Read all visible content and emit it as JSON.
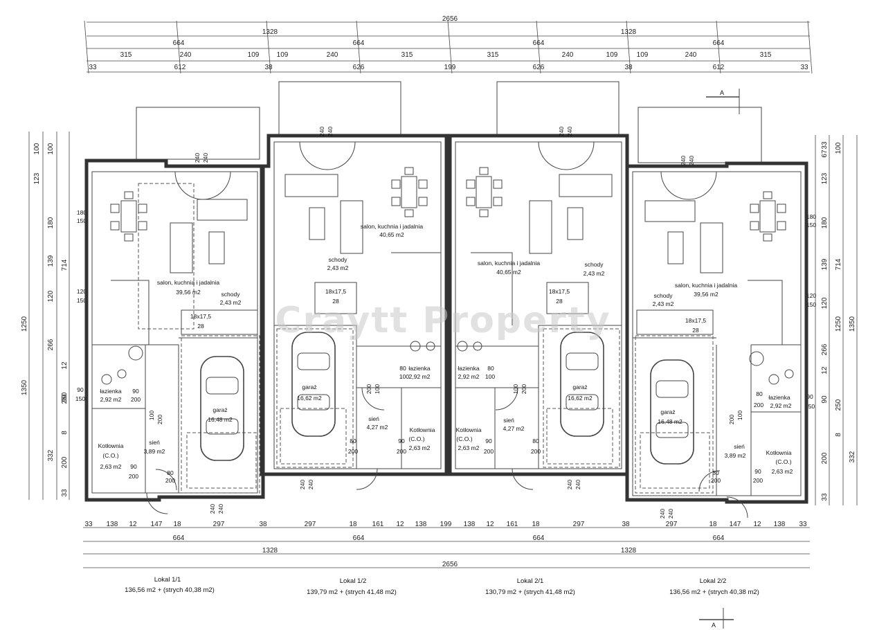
{
  "watermark": "Craytt Property",
  "section_mark": "A",
  "top_dims": {
    "overall": "2656",
    "halves": [
      "1328",
      "1328"
    ],
    "units": [
      "664",
      "664",
      "664",
      "664"
    ],
    "row3": [
      "315",
      "240",
      "109",
      "109",
      "240",
      "315",
      "315",
      "240",
      "109",
      "109",
      "240",
      "315"
    ],
    "row4": [
      "33",
      "612",
      "38",
      "626",
      "199",
      "626",
      "38",
      "612",
      "33"
    ]
  },
  "bottom_dims": {
    "row1": [
      "33",
      "138",
      "12",
      "147",
      "18",
      "297",
      "38",
      "297",
      "18",
      "161",
      "12",
      "138",
      "199",
      "138",
      "12",
      "161",
      "18",
      "297",
      "38",
      "297",
      "18",
      "147",
      "12",
      "138",
      "33"
    ],
    "units": [
      "664",
      "664",
      "664",
      "664"
    ],
    "halves": [
      "1328",
      "1328"
    ],
    "overall": "2656"
  },
  "left_dims": {
    "outer": [
      "100",
      "100",
      "123",
      "180",
      "139",
      "714",
      "120",
      "1250",
      "266",
      "1350",
      "12",
      "90",
      "250",
      "8",
      "332",
      "200",
      "33"
    ],
    "window_small": [
      "180",
      "150",
      "120",
      "150",
      "90",
      "150"
    ]
  },
  "right_dims": {
    "outer": [
      "33",
      "67",
      "100",
      "123",
      "180",
      "139",
      "714",
      "120",
      "1250",
      "1350",
      "266",
      "12",
      "90",
      "250",
      "8",
      "332",
      "200",
      "33"
    ],
    "window_small": [
      "180",
      "150",
      "120",
      "150",
      "90",
      "150"
    ]
  },
  "rooms": {
    "u11": {
      "salon": "salon, kuchnia i jadalnia",
      "salon_area": "39,56 m2",
      "schody": "schody",
      "schody_area": "2,43 m2",
      "stairs": "18x17,5",
      "stairs_n": "28",
      "lazienka": "łazienka",
      "lazienka_area": "2,92 m2",
      "kotlownia": "Kotłownia",
      "co": "(C.O.)",
      "kotlownia_area": "2,63 m2",
      "sien": "sień",
      "sien_area": "3,89 m2",
      "garaz": "garaż",
      "garaz_area": "16,48 m2"
    },
    "u12": {
      "salon": "salon, kuchnia i jadalnia",
      "salon_area": "40,65 m2",
      "schody": "schody",
      "schody_area": "2,43 m2",
      "stairs": "18x17,5",
      "stairs_n": "28",
      "lazienka": "łazienka",
      "lazienka_area": "2,92 m2",
      "kotlownia": "Kotłownia",
      "co": "(C.O.)",
      "kotlownia_area": "2,63 m2",
      "sien": "sień",
      "sien_area": "4,27 m2",
      "garaz": "garaż",
      "garaz_area": "16,62 m2"
    },
    "u21": {
      "salon": "salon, kuchnia i jadalnia",
      "salon_area": "40,65 m2",
      "schody": "schody",
      "schody_area": "2,43 m2",
      "stairs": "18x17,5",
      "stairs_n": "28",
      "lazienka": "łazienka",
      "lazienka_area": "2,92 m2",
      "kotlownia": "Kotłownia",
      "co": "(C.O.)",
      "kotlownia_area": "2,63 m2",
      "sien": "sień",
      "sien_area": "4,27 m2",
      "garaz": "garaż",
      "garaz_area": "16,62 m2"
    },
    "u22": {
      "salon": "salon, kuchnia i jadalnia",
      "salon_area": "39,56 m2",
      "schody": "schody",
      "schody_area": "2,43 m2",
      "stairs": "18x17,5",
      "stairs_n": "28",
      "lazienka": "łazienka",
      "lazienka_area": "2,92 m2",
      "kotlownia": "Kotłownia",
      "co": "(C.O.)",
      "kotlownia_area": "2,63 m2",
      "sien": "sień",
      "sien_area": "3,89 m2",
      "garaz": "garaż",
      "garaz_area": "16,48 m2"
    }
  },
  "door_labels": {
    "d240": "240",
    "d80": "80",
    "d90": "90",
    "d100": "100",
    "d200": "200"
  },
  "units_summary": [
    {
      "name": "Lokal 1/1",
      "area": "136,56 m2 + (strych 40,38 m2)"
    },
    {
      "name": "Lokal 1/2",
      "area": "139,79 m2 + (strych 41,48 m2)"
    },
    {
      "name": "Lokal 2/1",
      "area": "130,79 m2 + (strych 41,48 m2)"
    },
    {
      "name": "Lokal 2/2",
      "area": "136,56 m2 + (strych 40,38 m2)"
    }
  ]
}
